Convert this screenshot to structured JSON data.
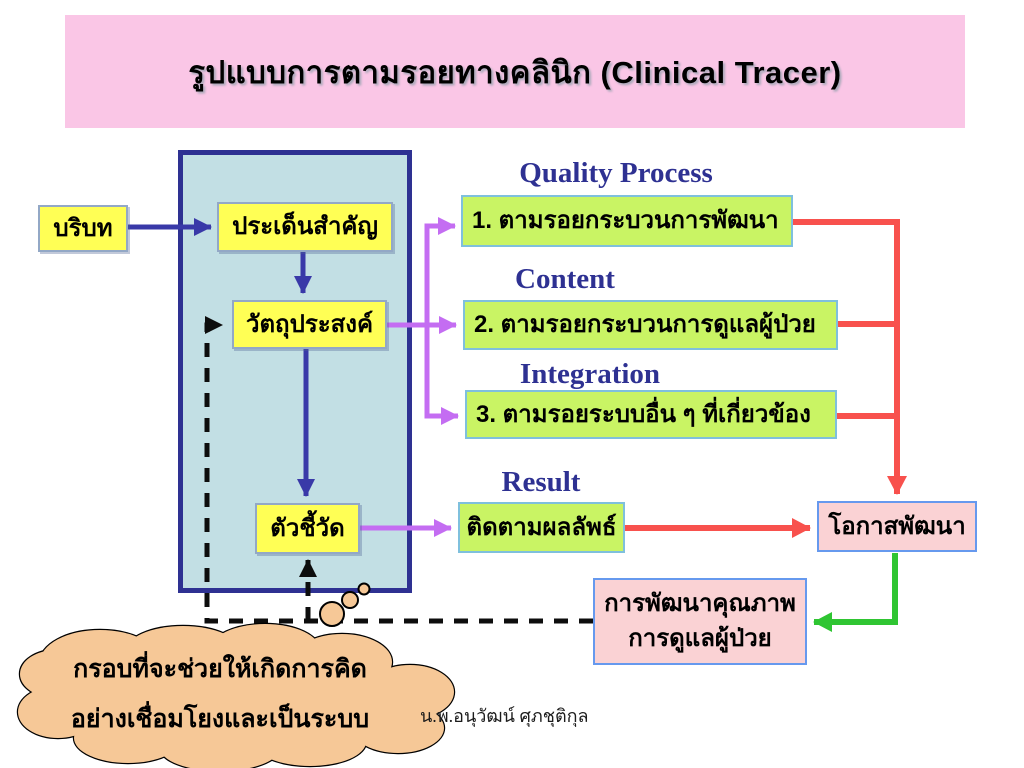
{
  "slide": {
    "title": "รูปแบบการตามรอยทางคลินิก (Clinical Tracer)",
    "footer": "น.พ.อนุวัฒน์ ศุภชุติกุล"
  },
  "headers": {
    "quality_process": "Quality Process",
    "content": "Content",
    "integration": "Integration",
    "result": "Result"
  },
  "boxes": {
    "context": "บริบท",
    "key_issues": "ประเด็นสำคัญ",
    "objectives": "วัตถุประสงค์",
    "indicators": "ตัวชี้วัด",
    "trace1": "1. ตามรอยกระบวนการพัฒนา",
    "trace2": "2. ตามรอยกระบวนการดูแลผู้ป่วย",
    "trace3": "3. ตามรอยระบบอื่น ๆ ที่เกี่ยวข้อง",
    "track_results": "ติดตามผลลัพธ์",
    "opportunity": "โอกาสพัฒนา",
    "improvement_line1": "การพัฒนาคุณภาพ",
    "improvement_line2": "การดูแลผู้ป่วย"
  },
  "cloud": {
    "line1": "กรอบที่จะช่วยให้เกิดการคิด",
    "line2": "อย่างเชื่อมโยงและเป็นระบบ"
  },
  "colors": {
    "banner_bg": "#fac6e6",
    "panel_bg": "#c2dfe4",
    "panel_border": "#2e3192",
    "yellow_box": "#ffff55",
    "green_box": "#c9f464",
    "pink_box": "#fad2d4",
    "pink_box_border": "#6699ee",
    "header_text": "#2e3192",
    "arrow_blue": "#3939a8",
    "arrow_purple": "#c46df2",
    "arrow_red": "#f8514d",
    "arrow_green": "#2fc532",
    "cloud_fill": "#f6c897"
  }
}
